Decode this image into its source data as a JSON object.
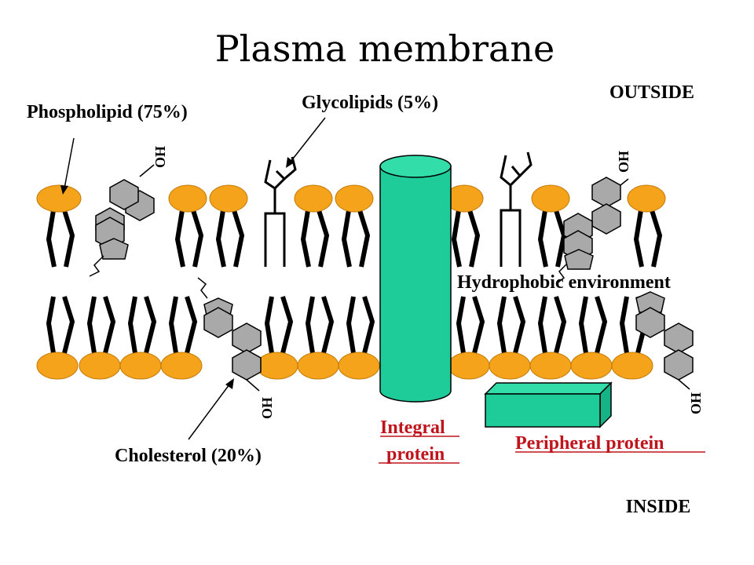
{
  "title": "Plasma membrane",
  "labels": {
    "outside": "OUTSIDE",
    "inside": "INSIDE",
    "phospholipid": "Phospholipid (75%)",
    "glycolipids": "Glycolipids (5%)",
    "cholesterol": "Cholesterol (20%)",
    "hydrophobic": "Hydrophobic environment",
    "integral_line1": "Integral",
    "integral_line2": "protein",
    "peripheral": "Peripheral protein",
    "oh": "OH"
  },
  "colors": {
    "head": "#f5a31a",
    "protein": "#1ecc99",
    "protein_top": "#33ddaa",
    "cholesterol": "#a9a9a9",
    "label_red": "#c0141c"
  }
}
